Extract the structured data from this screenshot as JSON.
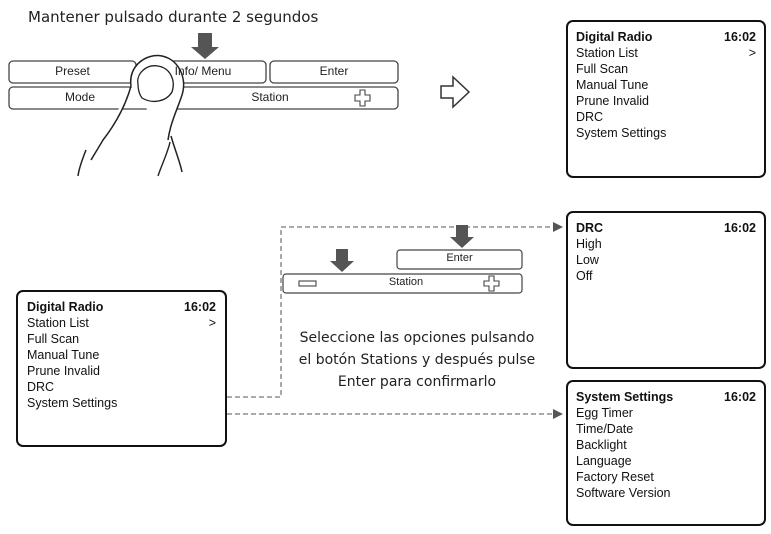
{
  "top_caption": "Mantener pulsado durante 2 segundos",
  "panel_top": {
    "preset": "Preset",
    "info_menu": "Info/ Menu",
    "enter": "Enter",
    "mode": "Mode",
    "station": "Station"
  },
  "panel_bottom": {
    "enter": "Enter",
    "station": "Station"
  },
  "instructions": [
    "Seleccione las opciones pulsando",
    "el botón Stations y después pulse",
    "Enter para confirmarlo"
  ],
  "screens": {
    "main_top": {
      "title": "Digital Radio",
      "time": "16:02",
      "items": [
        "Station List",
        "Full Scan",
        "Manual Tune",
        "Prune Invalid",
        "DRC",
        "System Settings"
      ],
      "arrow": ">"
    },
    "main_bottom": {
      "title": "Digital Radio",
      "time": "16:02",
      "items": [
        "Station List",
        "Full Scan",
        "Manual Tune",
        "Prune Invalid",
        "DRC",
        "System Settings"
      ],
      "arrow": ">"
    },
    "drc": {
      "title": "DRC",
      "time": "16:02",
      "items": [
        "High",
        "Low",
        "Off"
      ]
    },
    "system": {
      "title": "System Settings",
      "time": "16:02",
      "items": [
        "Egg Timer",
        "Time/Date",
        "Backlight",
        "Language",
        "Factory Reset",
        "Software Version"
      ]
    }
  }
}
